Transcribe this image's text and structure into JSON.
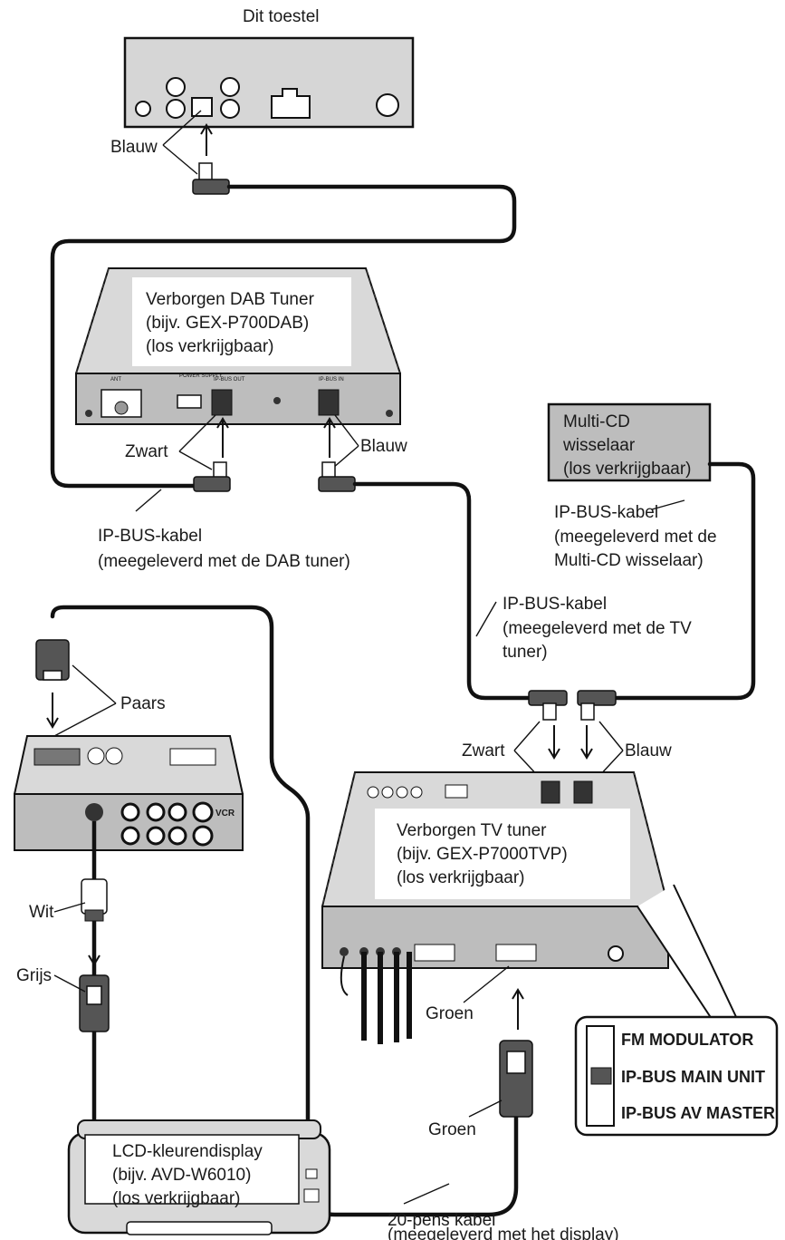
{
  "labels": {
    "head_unit": "Dit toestel",
    "blauw_top": "Blauw",
    "dab_line1": "Verborgen DAB Tuner",
    "dab_line2": "(bijv. GEX-P700DAB)",
    "dab_line3": "(los verkrijgbaar)",
    "zwart_dab": "Zwart",
    "blauw_dab": "Blauw",
    "ipbus_dab_line1": "IP-BUS-kabel",
    "ipbus_dab_line2": "(meegeleverd met de DAB tuner)",
    "cd_line1": "Multi-CD",
    "cd_line2": "wisselaar",
    "cd_line3": "(los verkrijgbaar)",
    "ipbus_cd_line1": "IP-BUS-kabel",
    "ipbus_cd_line2": "(meegeleverd met de",
    "ipbus_cd_line3": "Multi-CD wisselaar)",
    "ipbus_tv_line1": "IP-BUS-kabel",
    "ipbus_tv_line2": "(meegeleverd met de TV",
    "ipbus_tv_line3": "tuner)",
    "paars": "Paars",
    "zwart_tv": "Zwart",
    "blauw_tv": "Blauw",
    "tv_line1": "Verborgen TV tuner",
    "tv_line2": "(bijv. GEX-P7000TVP)",
    "tv_line3": "(los verkrijgbaar)",
    "wit": "Wit",
    "grijs": "Grijs",
    "groen_upper": "Groen",
    "groen_lower": "Groen",
    "lcd_line1": "LCD-kleurendisplay",
    "lcd_line2": "(bijv. AVD-W6010)",
    "lcd_line3": "(los verkrijgbaar)",
    "pin20_line1": "20-pens kabel",
    "pin20_line2": "(meegeleverd met het display)",
    "switch_fm": "FM MODULATOR",
    "switch_ipbus_main": "IP-BUS MAIN UNIT",
    "switch_ipbus_av": "IP-BUS AV MASTER",
    "dab_panel_ant": "ANT",
    "dab_panel_power": "POWER SUPPLY",
    "dab_panel_ipbus_out": "IP-BUS OUT",
    "dab_panel_ipbus_in": "IP-BUS IN",
    "av_panel_vcr": "VCR"
  }
}
